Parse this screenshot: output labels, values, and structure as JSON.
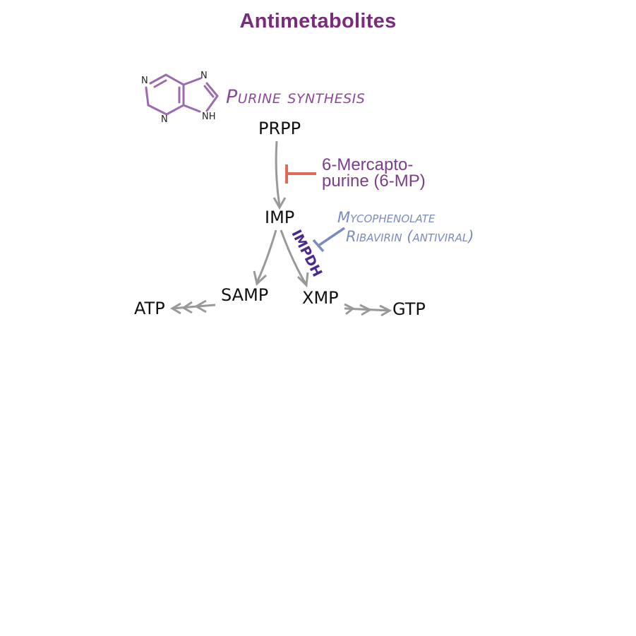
{
  "title": "Antimetabolites",
  "diagram": {
    "heading": "Purine synthesis",
    "structure": {
      "name": "purine",
      "atoms": [
        "N",
        "N",
        "N",
        "NH"
      ]
    },
    "nodes": {
      "prpp": "PRPP",
      "imp": "IMP",
      "samp": "SAMP",
      "xmp": "XMP",
      "atp": "ATP",
      "gtp": "GTP"
    },
    "enzyme": "IMPDH",
    "inhibitors": {
      "mercaptopurine": {
        "line1": "6-Mercapto-",
        "line2": "purine (6-MP)",
        "color": "#e06a55"
      },
      "impdh_inhibitors": {
        "line1": "Mycophenolate",
        "line2": "Ribavirin (antiviral)",
        "color": "#7b8bc0"
      }
    },
    "colors": {
      "title": "#7a2b7e",
      "arrow": "#999999",
      "structure": "#9b6aaf",
      "enzyme": "#4b2a8f"
    }
  }
}
